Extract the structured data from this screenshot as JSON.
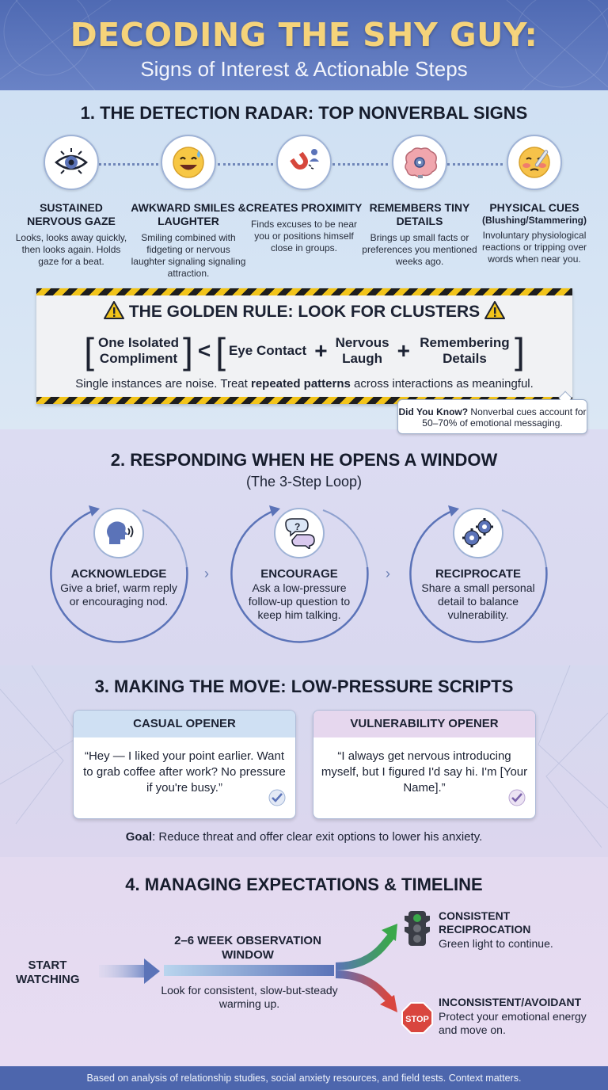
{
  "header": {
    "title": "DECODING THE SHY GUY:",
    "subtitle": "Signs of Interest & Actionable Steps"
  },
  "section1": {
    "title": "1. THE DETECTION RADAR: TOP NONVERBAL SIGNS",
    "signs": [
      {
        "icon": "eye-icon",
        "title": "SUSTAINED NERVOUS GAZE",
        "subtitle": "",
        "desc": "Looks, looks away quickly, then looks again. Holds gaze for a beat."
      },
      {
        "icon": "smiling-face-icon",
        "title": "AWKWARD SMILES & LAUGHTER",
        "subtitle": "",
        "desc": "Smiling combined with fidgeting or nervous laughter signaling signaling attraction."
      },
      {
        "icon": "magnet-icon",
        "title": "CREATES PROXIMITY",
        "subtitle": "",
        "desc": "Finds excuses to be near you or positions himself close in groups."
      },
      {
        "icon": "brain-icon",
        "title": "REMEMBERS TINY DETAILS",
        "subtitle": "",
        "desc": "Brings up small facts or preferences you mentioned weeks ago."
      },
      {
        "icon": "blushing-face-icon",
        "title": "PHYSICAL CUES",
        "subtitle": "(Blushing/Stammering)",
        "desc": "Involuntary physiological reactions or tripping over words when near you."
      }
    ],
    "golden_rule": {
      "title": "THE GOLDEN RULE: LOOK FOR CLUSTERS",
      "left_term": "One Isolated Compliment",
      "less_than": "<",
      "terms": [
        "Eye Contact",
        "Nervous Laugh",
        "Remembering Details"
      ],
      "plus": "+",
      "note_before": "Single instances are noise. Treat ",
      "note_bold": "repeated patterns",
      "note_after": " across interactions as meaningful."
    },
    "did_you_know": {
      "label": "Did You Know?",
      "text": " Nonverbal cues account for 50–70% of emotional messaging."
    }
  },
  "section2": {
    "title": "2. RESPONDING WHEN HE OPENS A WINDOW",
    "subtitle": "(The 3-Step Loop)",
    "steps": [
      {
        "icon": "speaking-head-icon",
        "title": "ACKNOWLEDGE",
        "desc": "Give a brief, warm reply or encouraging nod."
      },
      {
        "icon": "chat-bubbles-icon",
        "title": "ENCOURAGE",
        "desc": "Ask a low-pressure follow-up question to keep him talking."
      },
      {
        "icon": "gears-icon",
        "title": "RECIPROCATE",
        "desc": "Share a small personal detail to balance vulnerability."
      }
    ]
  },
  "section3": {
    "title": "3. MAKING THE MOVE: LOW-PRESSURE SCRIPTS",
    "cards": [
      {
        "title": "CASUAL OPENER",
        "quote": "“Hey — I liked your point earlier. Want to grab coffee after work? No pressure if you're busy.”",
        "head_color": "#cfe0f3"
      },
      {
        "title": "VULNERABILITY OPENER",
        "quote": "“I always get nervous introducing myself, but I figured I'd say hi. I'm [Your Name].”",
        "head_color": "#e6d7ee"
      }
    ],
    "goal_label": "Goal",
    "goal_text": ": Reduce threat and offer clear exit options to lower his anxiety."
  },
  "section4": {
    "title": "4. MANAGING EXPECTATIONS & TIMELINE",
    "start": "START WATCHING",
    "window_title": "2–6 WEEK OBSERVATION WINDOW",
    "window_note": "Look for consistent, slow-but-steady warming up.",
    "outcomes": [
      {
        "icon": "traffic-light-icon",
        "title": "CONSISTENT RECIPROCATION",
        "desc": "Green light to continue.",
        "color": "#3aa84a"
      },
      {
        "icon": "stop-sign-icon",
        "title": "INCONSISTENT/AVOIDANT",
        "desc": "Protect your emotional energy and move on.",
        "color": "#d9463e",
        "stop_label": "STOP"
      }
    ]
  },
  "footer": {
    "text": "Based on analysis of relationship studies, social anxiety resources, and field tests. Context matters."
  },
  "colors": {
    "header_bg": "#4f6ab3",
    "title_gold": "#f5d37a",
    "accent_blue": "#5b73b8",
    "hazard_yellow": "#f2c41a",
    "green": "#3aa84a",
    "red": "#d9463e"
  }
}
